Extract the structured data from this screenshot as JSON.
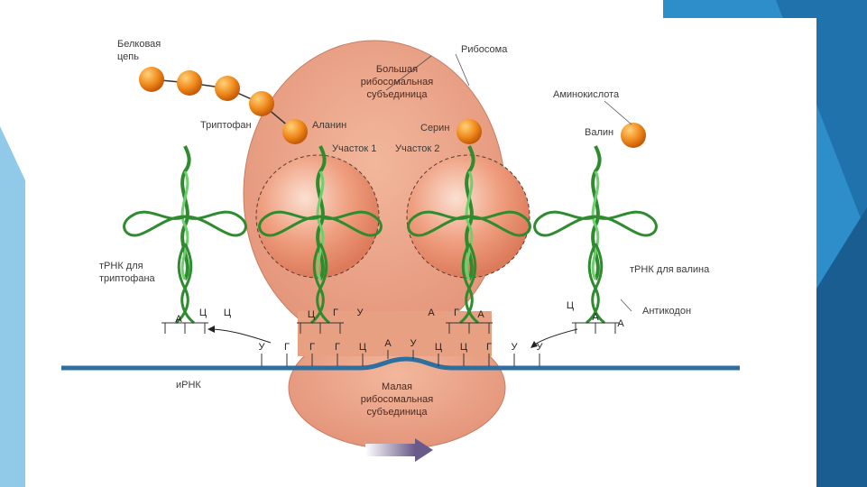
{
  "labels": {
    "protein_chain": [
      "Белковая",
      "цепь"
    ],
    "tryptophan": "Триптофан",
    "alanine": "Аланин",
    "serine": "Серин",
    "valine": "Валин",
    "amino_acid": "Аминокислота",
    "ribosome": "Рибосома",
    "large_subunit": [
      "Большая",
      "рибосомальная",
      "субъединица"
    ],
    "site1": "Участок 1",
    "site2": "Участок 2",
    "trna_trp": [
      "тРНК для",
      "триптофана"
    ],
    "trna_val": "тРНК для валина",
    "anticodon": "Антикодон",
    "mrna": "иРНК",
    "small_subunit": [
      "Малая",
      "рибосомальная",
      "субъединица"
    ]
  },
  "anticodon_trp": [
    "А",
    "Ц",
    "Ц"
  ],
  "anticodon_ala": [
    "Ц",
    "Г",
    "У"
  ],
  "anticodon_ser": [
    "А",
    "Г",
    "А"
  ],
  "anticodon_val": [
    "Ц",
    "А",
    "А"
  ],
  "mrna_codons": [
    "У",
    "Г",
    "Г",
    "Г",
    "Ц",
    "А",
    "У",
    "Ц",
    "Ц",
    "Г",
    "У",
    "У"
  ],
  "colors": {
    "background": "#ffffff",
    "accent_blue": "#1f6fa8",
    "ribosome": "#e8a083",
    "amino_acid": "#f08a1c",
    "trna": "#2e8b2e",
    "mrna": "#2f6fa0"
  }
}
